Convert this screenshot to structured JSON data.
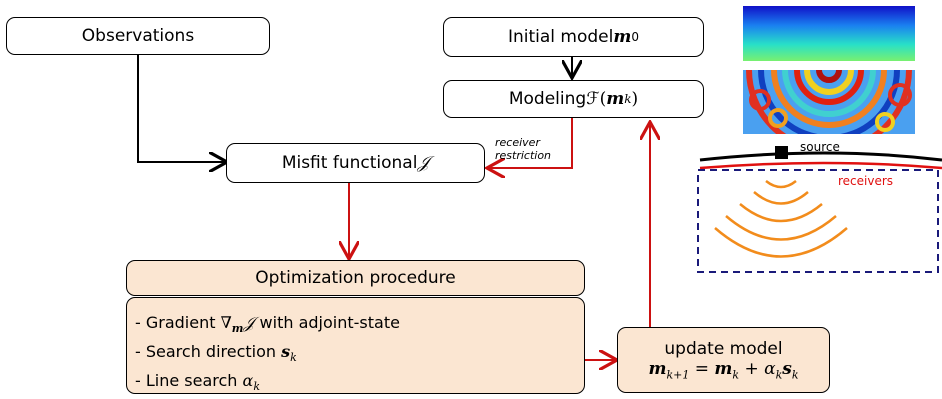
{
  "boxes": {
    "observations": "Observations",
    "initial_model": "Initial model ",
    "modeling": "Modeling ",
    "misfit": "Misfit functional ",
    "optimization": "Optimization procedure",
    "update": "update model"
  },
  "optimization_steps": [
    "- Gradient ",
    "with adjoint-state",
    "- Search direction ",
    "- Line search "
  ],
  "labels": {
    "receiver": "receiver",
    "restriction": "restriction",
    "source": "source",
    "receivers": "receivers"
  },
  "colors": {
    "arrow_red": "#cc1111",
    "box_fill": "#fbe6d2",
    "wave_orange": "#f28c1c",
    "dashed_blue": "#1a1a7a"
  }
}
